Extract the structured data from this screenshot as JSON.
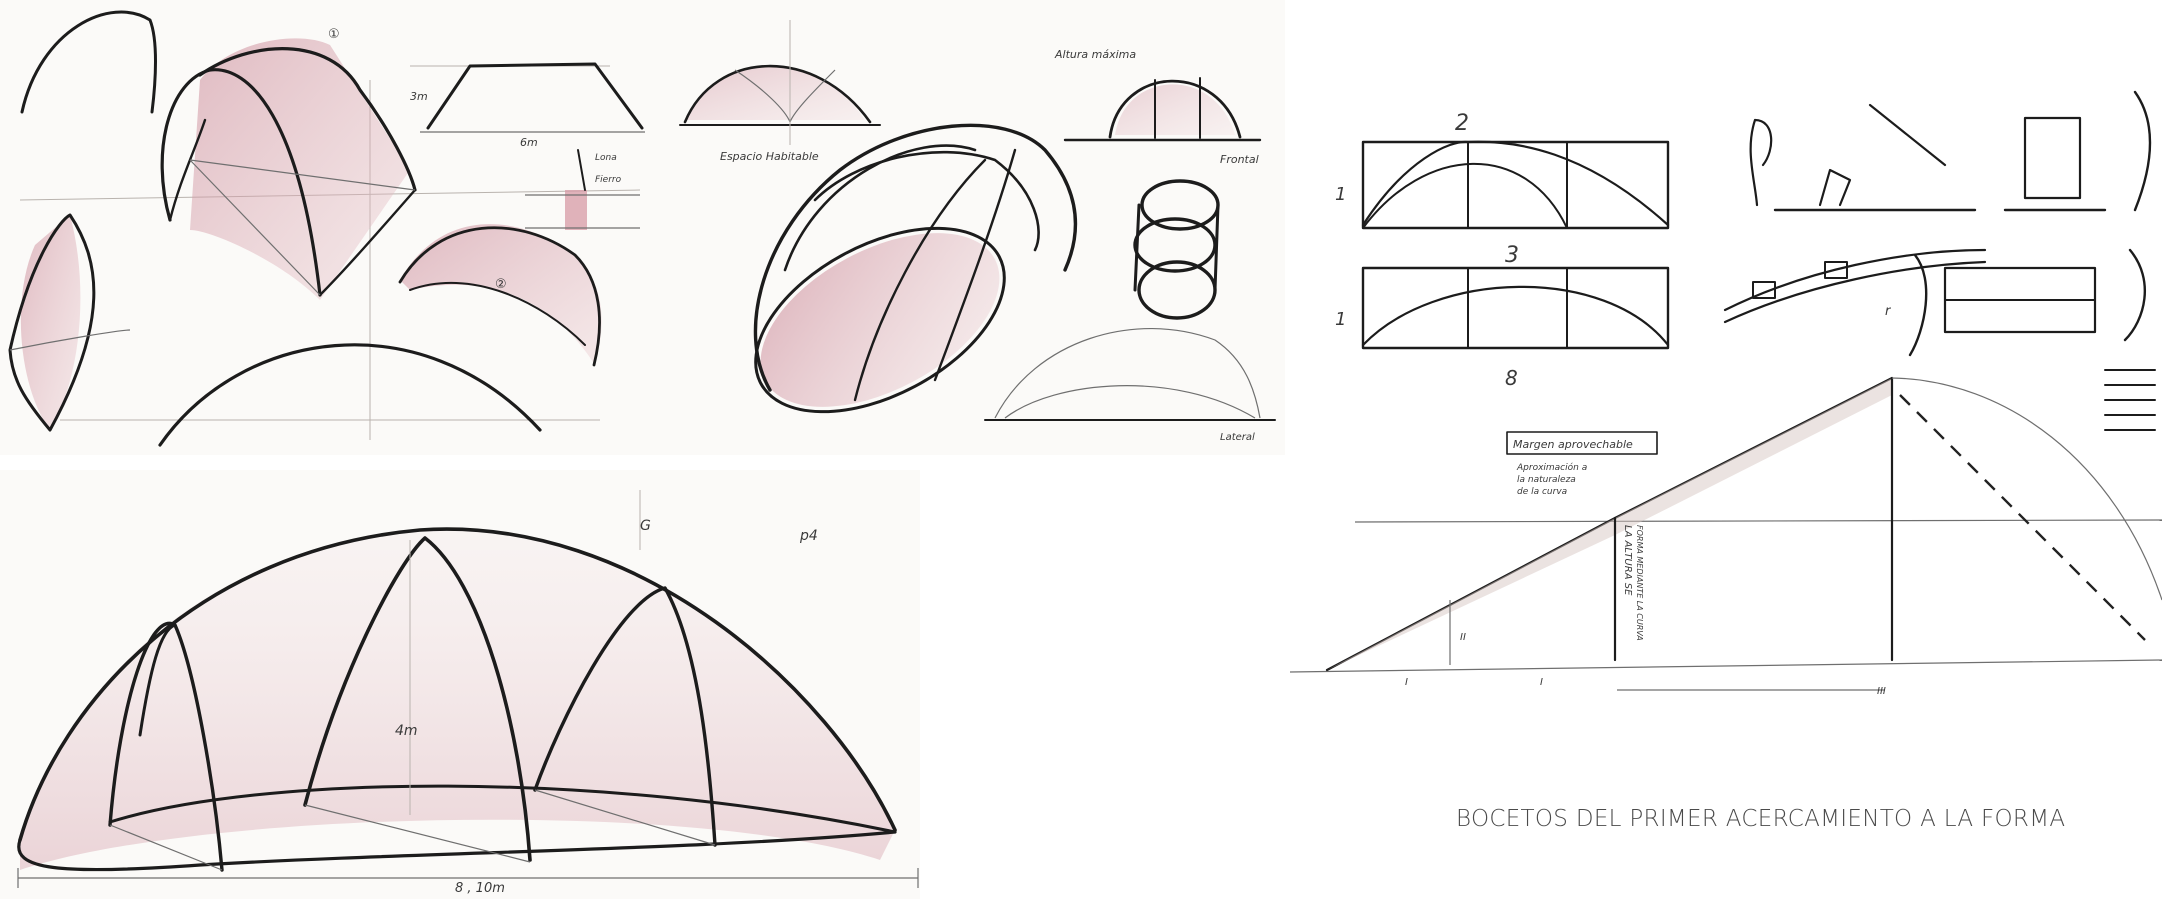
{
  "caption": "BOCETOS DEL  PRIMER ACERCAMIENTO A LA FORMA",
  "sketches": {
    "top_left": {
      "labels": {
        "height": "3m",
        "width": "6m",
        "material_a": "Lona",
        "material_b": "Fierro",
        "marker_1": "①",
        "marker_2": "②"
      }
    },
    "top_middle": {
      "labels": {
        "habitable_space": "Espacio Habitable",
        "max_height": "Altura máxima",
        "front": "Frontal",
        "lateral": "Lateral"
      }
    },
    "bottom_left": {
      "labels": {
        "height": "4m",
        "length": "8 ,  10m"
      }
    },
    "right": {
      "labels": {
        "row1_count": "2",
        "row1_side": "1",
        "row2_count": "3",
        "row2_side": "1",
        "below": "8",
        "note_box": "Margen aprovechable",
        "note_text_1": "Aproximación a",
        "note_text_2": "la naturaleza",
        "note_text_3": "de la curva",
        "vertical_note_1": "LA ALTURA SE",
        "vertical_note_2": "FORMA MEDIANTE LA CURVA",
        "marker_ii": "II",
        "marker_i1": "I",
        "marker_i2": "I",
        "marker_iii": "III",
        "marker_side": "r"
      }
    }
  },
  "colors": {
    "pencil": "#1c1c1c",
    "shade_pink": "#d79aa6",
    "paper": "#fbfaf8"
  }
}
